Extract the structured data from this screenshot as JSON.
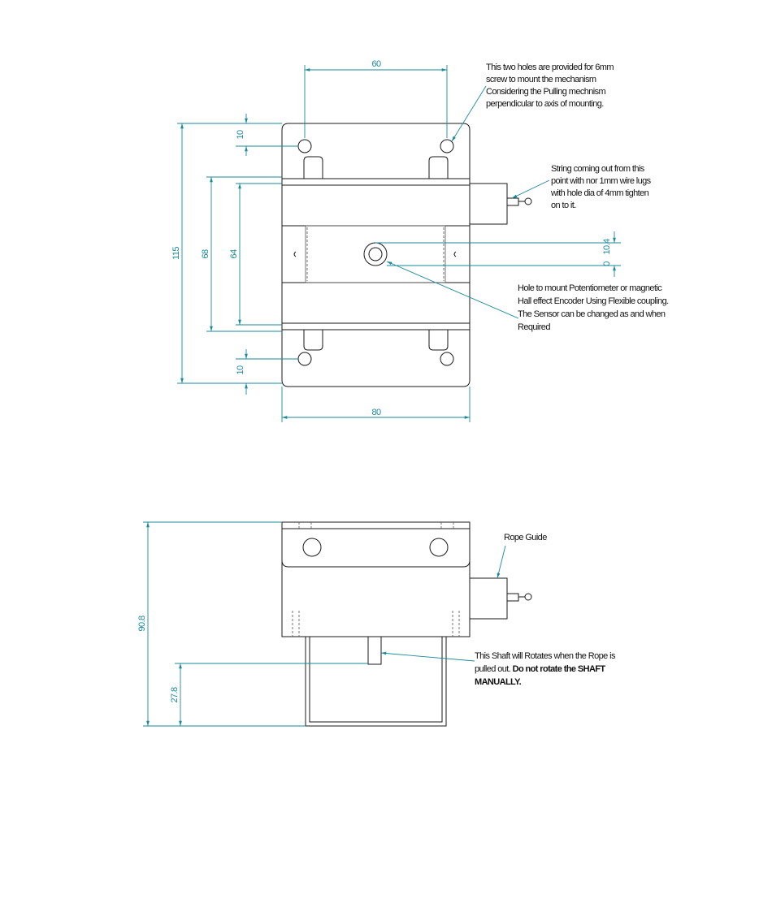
{
  "top_view": {
    "dimensions": {
      "hole_spacing": "60",
      "top_hole_offset": "10",
      "overall_height": "115",
      "outer_slot_height": "68",
      "inner_slot_height": "64",
      "center_offset": "10.4",
      "center_zero": "0",
      "bottom_hole_offset": "10",
      "overall_width": "80"
    },
    "notes": {
      "mount_holes": [
        "This two holes are provided for 6mm",
        "screw to mount the mechanism",
        "Considering the Pulling mechnism",
        "perpendicular to axis of mounting."
      ],
      "string_exit": [
        "String coming out from this",
        "point with nor 1mm wire lugs",
        "with hole dia of 4mm tighten",
        "on to it."
      ],
      "sensor_hole": [
        "Hole to mount Potentiometer or magnetic",
        "Hall effect Encoder Using Flexible coupling.",
        "The Sensor can be changed as and when",
        "Required"
      ]
    }
  },
  "side_view": {
    "dimensions": {
      "overall_height": "90.8",
      "lower_height": "27.8"
    },
    "notes": {
      "rope_guide": "Rope Guide",
      "shaft_line1": "This Shaft will Rotates when the Rope is",
      "shaft_line2_regular": "pulled out. ",
      "shaft_line2_bold": "Do not rotate the SHAFT",
      "shaft_line3_bold": "MANUALLY."
    }
  }
}
